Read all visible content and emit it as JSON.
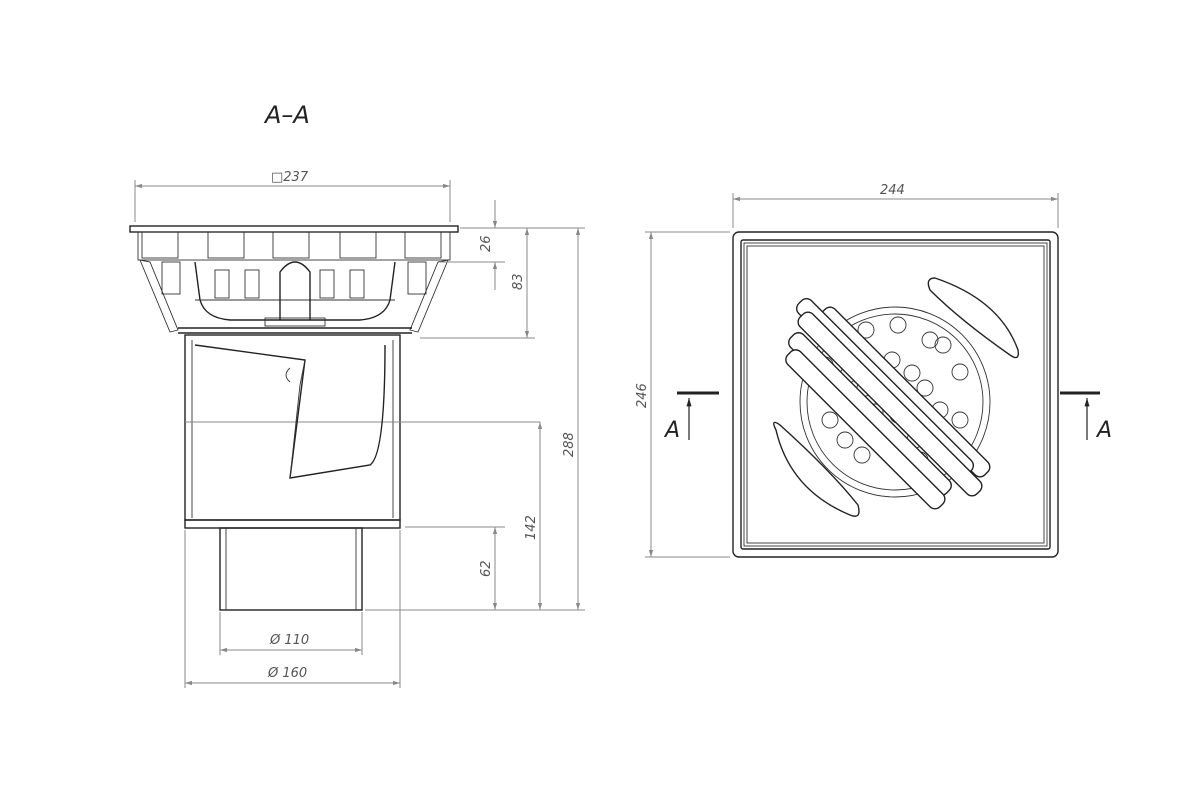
{
  "section_title": "A–A",
  "section_view": {
    "dims": {
      "width_square": "□237",
      "grate_height": "26",
      "upper_height": "83",
      "total_height": "288",
      "outlet_height": "142",
      "pipe_height": "62",
      "pipe_diameter": "Ø 110",
      "body_diameter": "Ø 160"
    }
  },
  "plan_view": {
    "dims": {
      "width": "244",
      "height": "246"
    },
    "section_marks": {
      "left": "A",
      "right": "A"
    }
  },
  "colors": {
    "line": "#222222",
    "dimension": "#888888"
  }
}
